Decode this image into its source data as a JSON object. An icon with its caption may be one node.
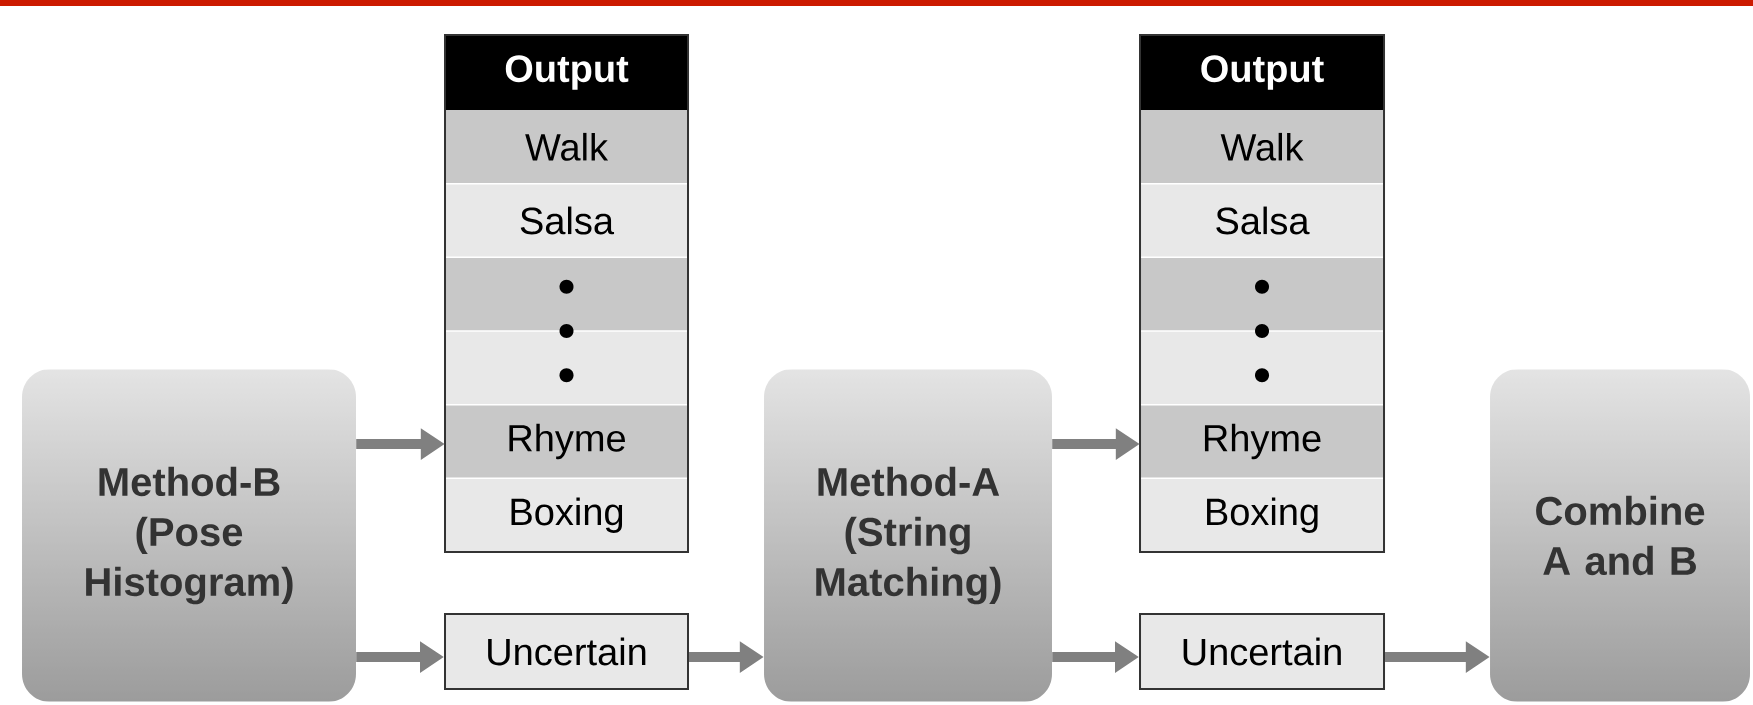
{
  "diagram": {
    "nodes": [
      {
        "text": [
          "Method-B (Pose Histogram)"
        ]
      },
      {
        "text": [
          "Output",
          "Walk",
          "Salsa",
          "Rhyme",
          "Boxing"
        ]
      },
      {
        "text": [
          "Uncertain"
        ]
      },
      {
        "text": [
          "Method-A (String Matching)"
        ]
      },
      {
        "text": [
          "Output",
          "Walk",
          "Salsa",
          "Rhyme",
          "Boxing"
        ]
      },
      {
        "text": [
          "Uncertain"
        ]
      },
      {
        "text": [
          "Combine A and B"
        ]
      }
    ],
    "edges": [
      {
        "from": 0,
        "to": 1,
        "arrow": "to"
      },
      {
        "from": 0,
        "to": 2,
        "arrow": "to"
      },
      {
        "from": 2,
        "to": 3,
        "arrow": "to"
      },
      {
        "from": 3,
        "to": 4,
        "arrow": "to"
      },
      {
        "from": 3,
        "to": 5,
        "arrow": "to"
      },
      {
        "from": 5,
        "to": 6,
        "arrow": "to"
      }
    ]
  }
}
